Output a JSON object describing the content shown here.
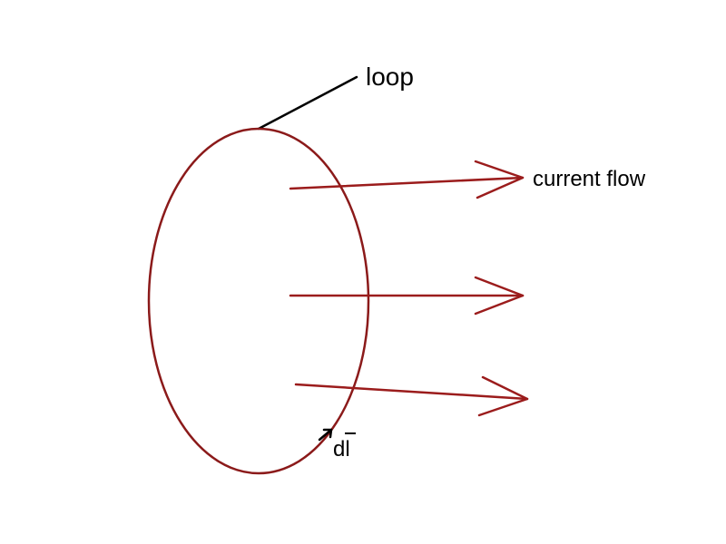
{
  "diagram": {
    "loop_label": "loop",
    "current_label": "current flow",
    "element_label": "dl",
    "colors": {
      "loop_stroke": "#8b1a1a",
      "arrow_stroke": "#9b1c1c",
      "pointer_line": "#000000",
      "text": "#000000"
    }
  }
}
